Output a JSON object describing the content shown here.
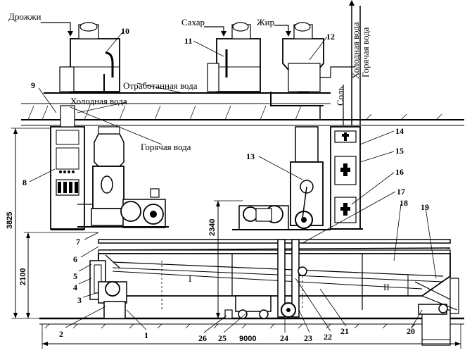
{
  "inputs": {
    "yeast": "Дрожжи",
    "sugar": "Сахар",
    "fat": "Жир",
    "salt": "Соль",
    "cold_water_top": "Холодная вода",
    "hot_water_top": "Горячая вода",
    "waste_water": "Отработанная вода",
    "cold_water": "Холодная вода",
    "hot_water": "Горячая вода"
  },
  "dimensions": {
    "height_total": "3825",
    "height_lower": "2100",
    "height_mid": "2340",
    "length": "9000"
  },
  "zones": {
    "zone_1": "I",
    "zone_2": "II"
  },
  "callouts": {
    "n1": "1",
    "n2": "2",
    "n3": "3",
    "n4": "4",
    "n5": "5",
    "n6": "6",
    "n7": "7",
    "n8": "8",
    "n9": "9",
    "n10": "10",
    "n11": "11",
    "n12": "12",
    "n13": "13",
    "n14": "14",
    "n15": "15",
    "n16": "16",
    "n17": "17",
    "n18": "18",
    "n19": "19",
    "n20": "20",
    "n21": "21",
    "n22": "22",
    "n23": "23",
    "n24": "24",
    "n25": "25",
    "n26": "26"
  }
}
